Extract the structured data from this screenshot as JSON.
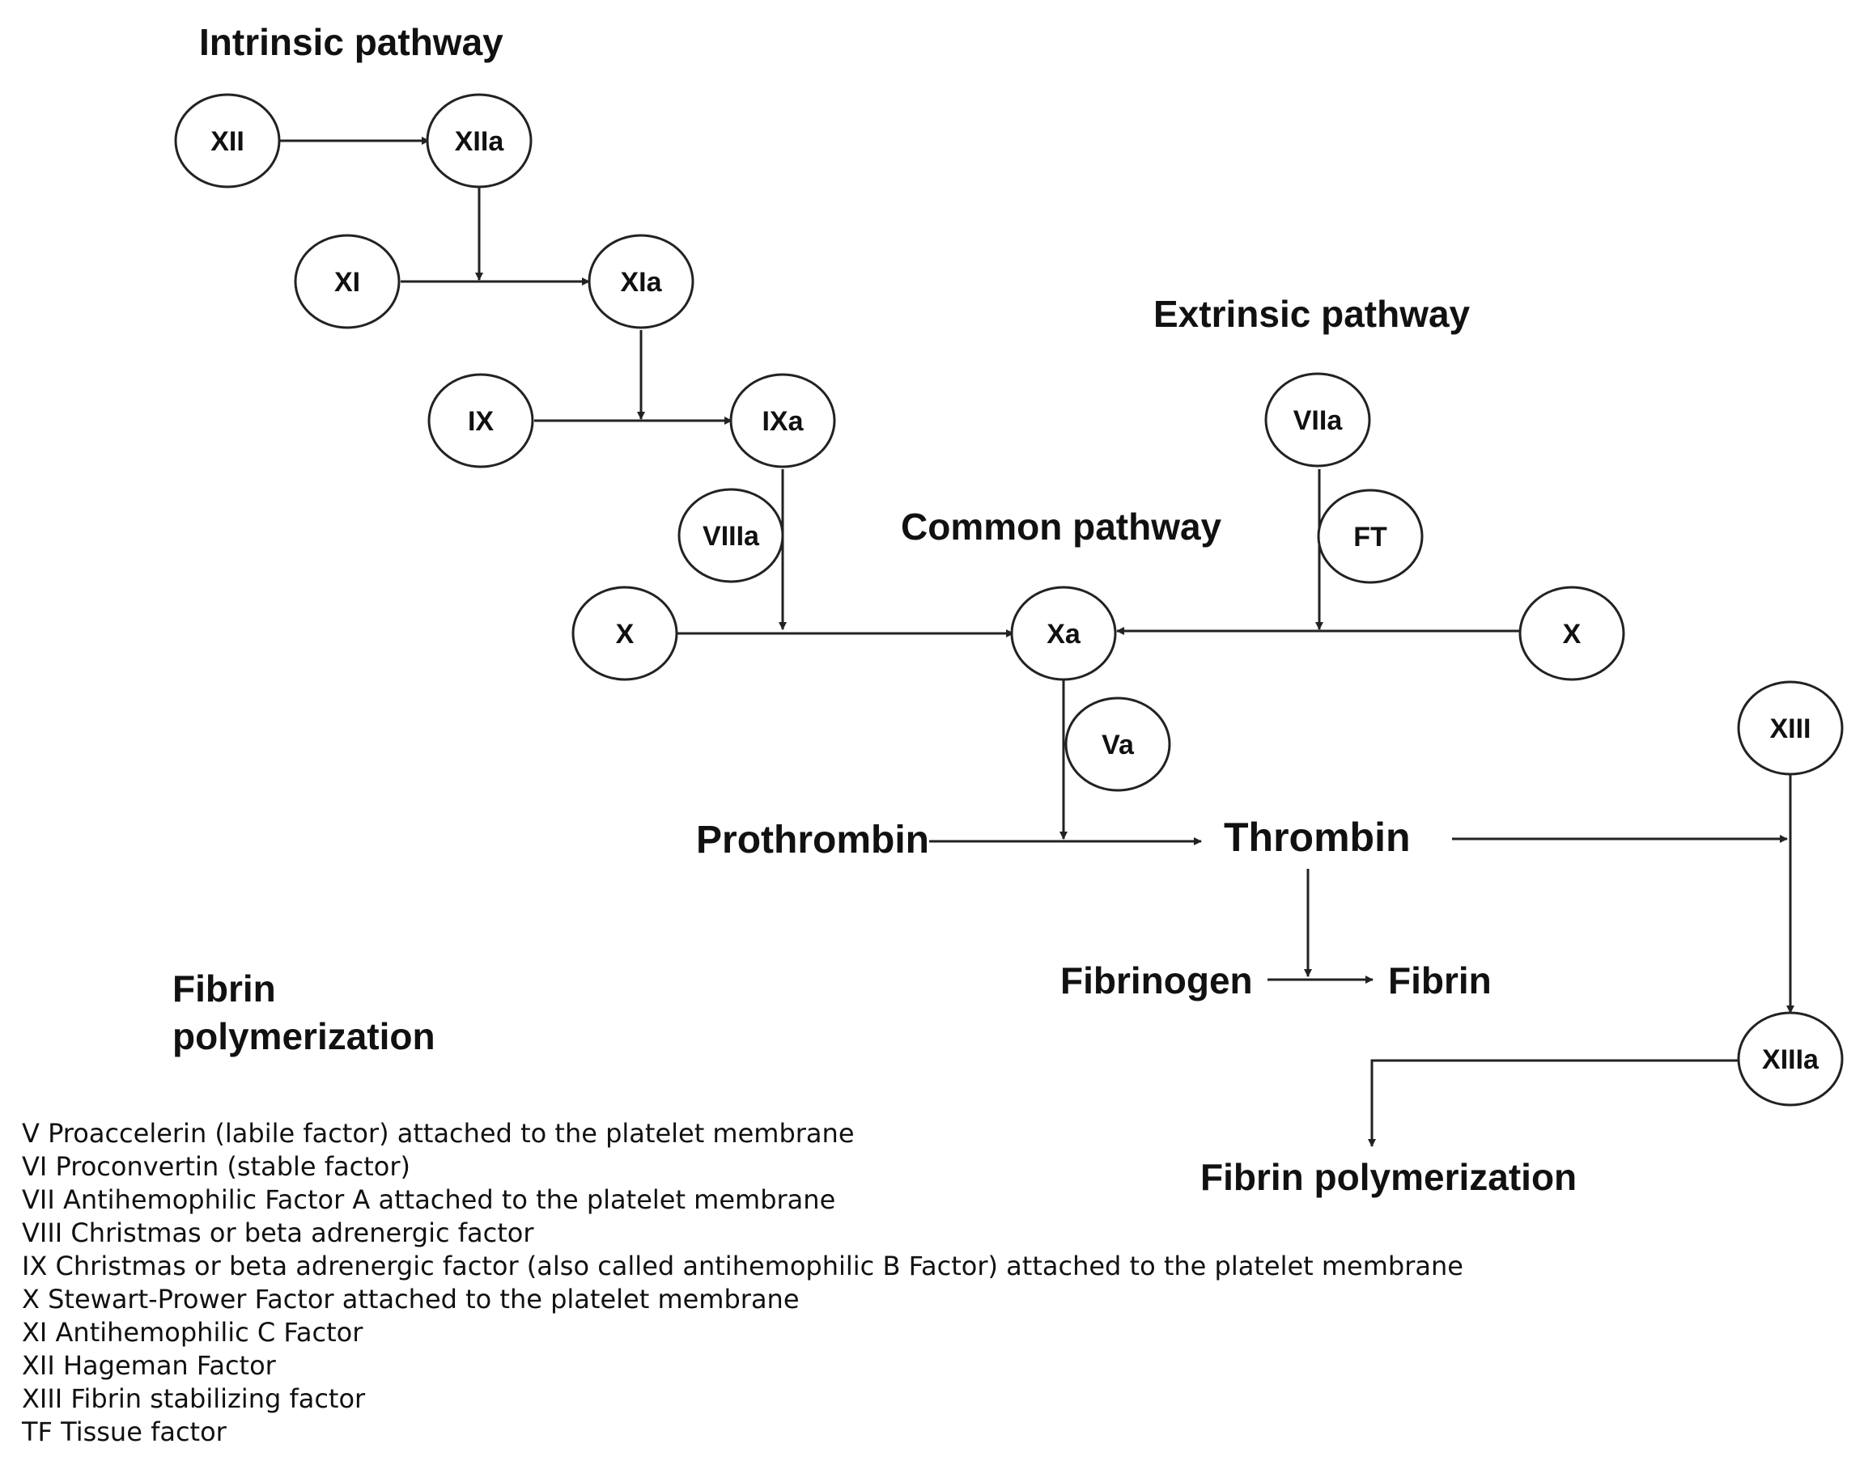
{
  "headings": {
    "intrinsic": "Intrinsic pathway",
    "extrinsic": "Extrinsic pathway",
    "common": "Common pathway",
    "fibrin_poly_left_1": "Fibrin",
    "fibrin_poly_left_2": "polymerization",
    "fibrin_poly_right": "Fibrin polymerization"
  },
  "factors": {
    "xii": "XII",
    "xiia": "XIIa",
    "xi": "XI",
    "xia": "XIa",
    "ix": "IX",
    "ixa": "IXa",
    "viiia": "VIIIa",
    "x_left": "X",
    "xa": "Xa",
    "viia": "VIIa",
    "ft": "FT",
    "x_right": "X",
    "va": "Va",
    "xiii": "XIII",
    "xiiia": "XIIIa"
  },
  "terms": {
    "prothrombin": "Prothrombin",
    "thrombin": "Thrombin",
    "fibrinogen": "Fibrinogen",
    "fibrin": "Fibrin"
  },
  "legend": [
    "V Proaccelerin (labile factor) attached to the platelet membrane",
    "VI Proconvertin (stable factor)",
    "VII Antihemophilic Factor A attached to the platelet membrane",
    "VIII Christmas or beta adrenergic factor",
    "IX Christmas or beta adrenergic factor (also called antihemophilic B Factor) attached to the  platelet membrane",
    "X Stewart-Prower Factor attached to the platelet membrane",
    "XI Antihemophilic C Factor",
    "XII Hageman Factor",
    "XIII Fibrin stabilizing factor",
    "TF Tissue factor"
  ],
  "colors": {
    "ink": "#111111",
    "line": "#222222",
    "background": "#ffffff"
  }
}
